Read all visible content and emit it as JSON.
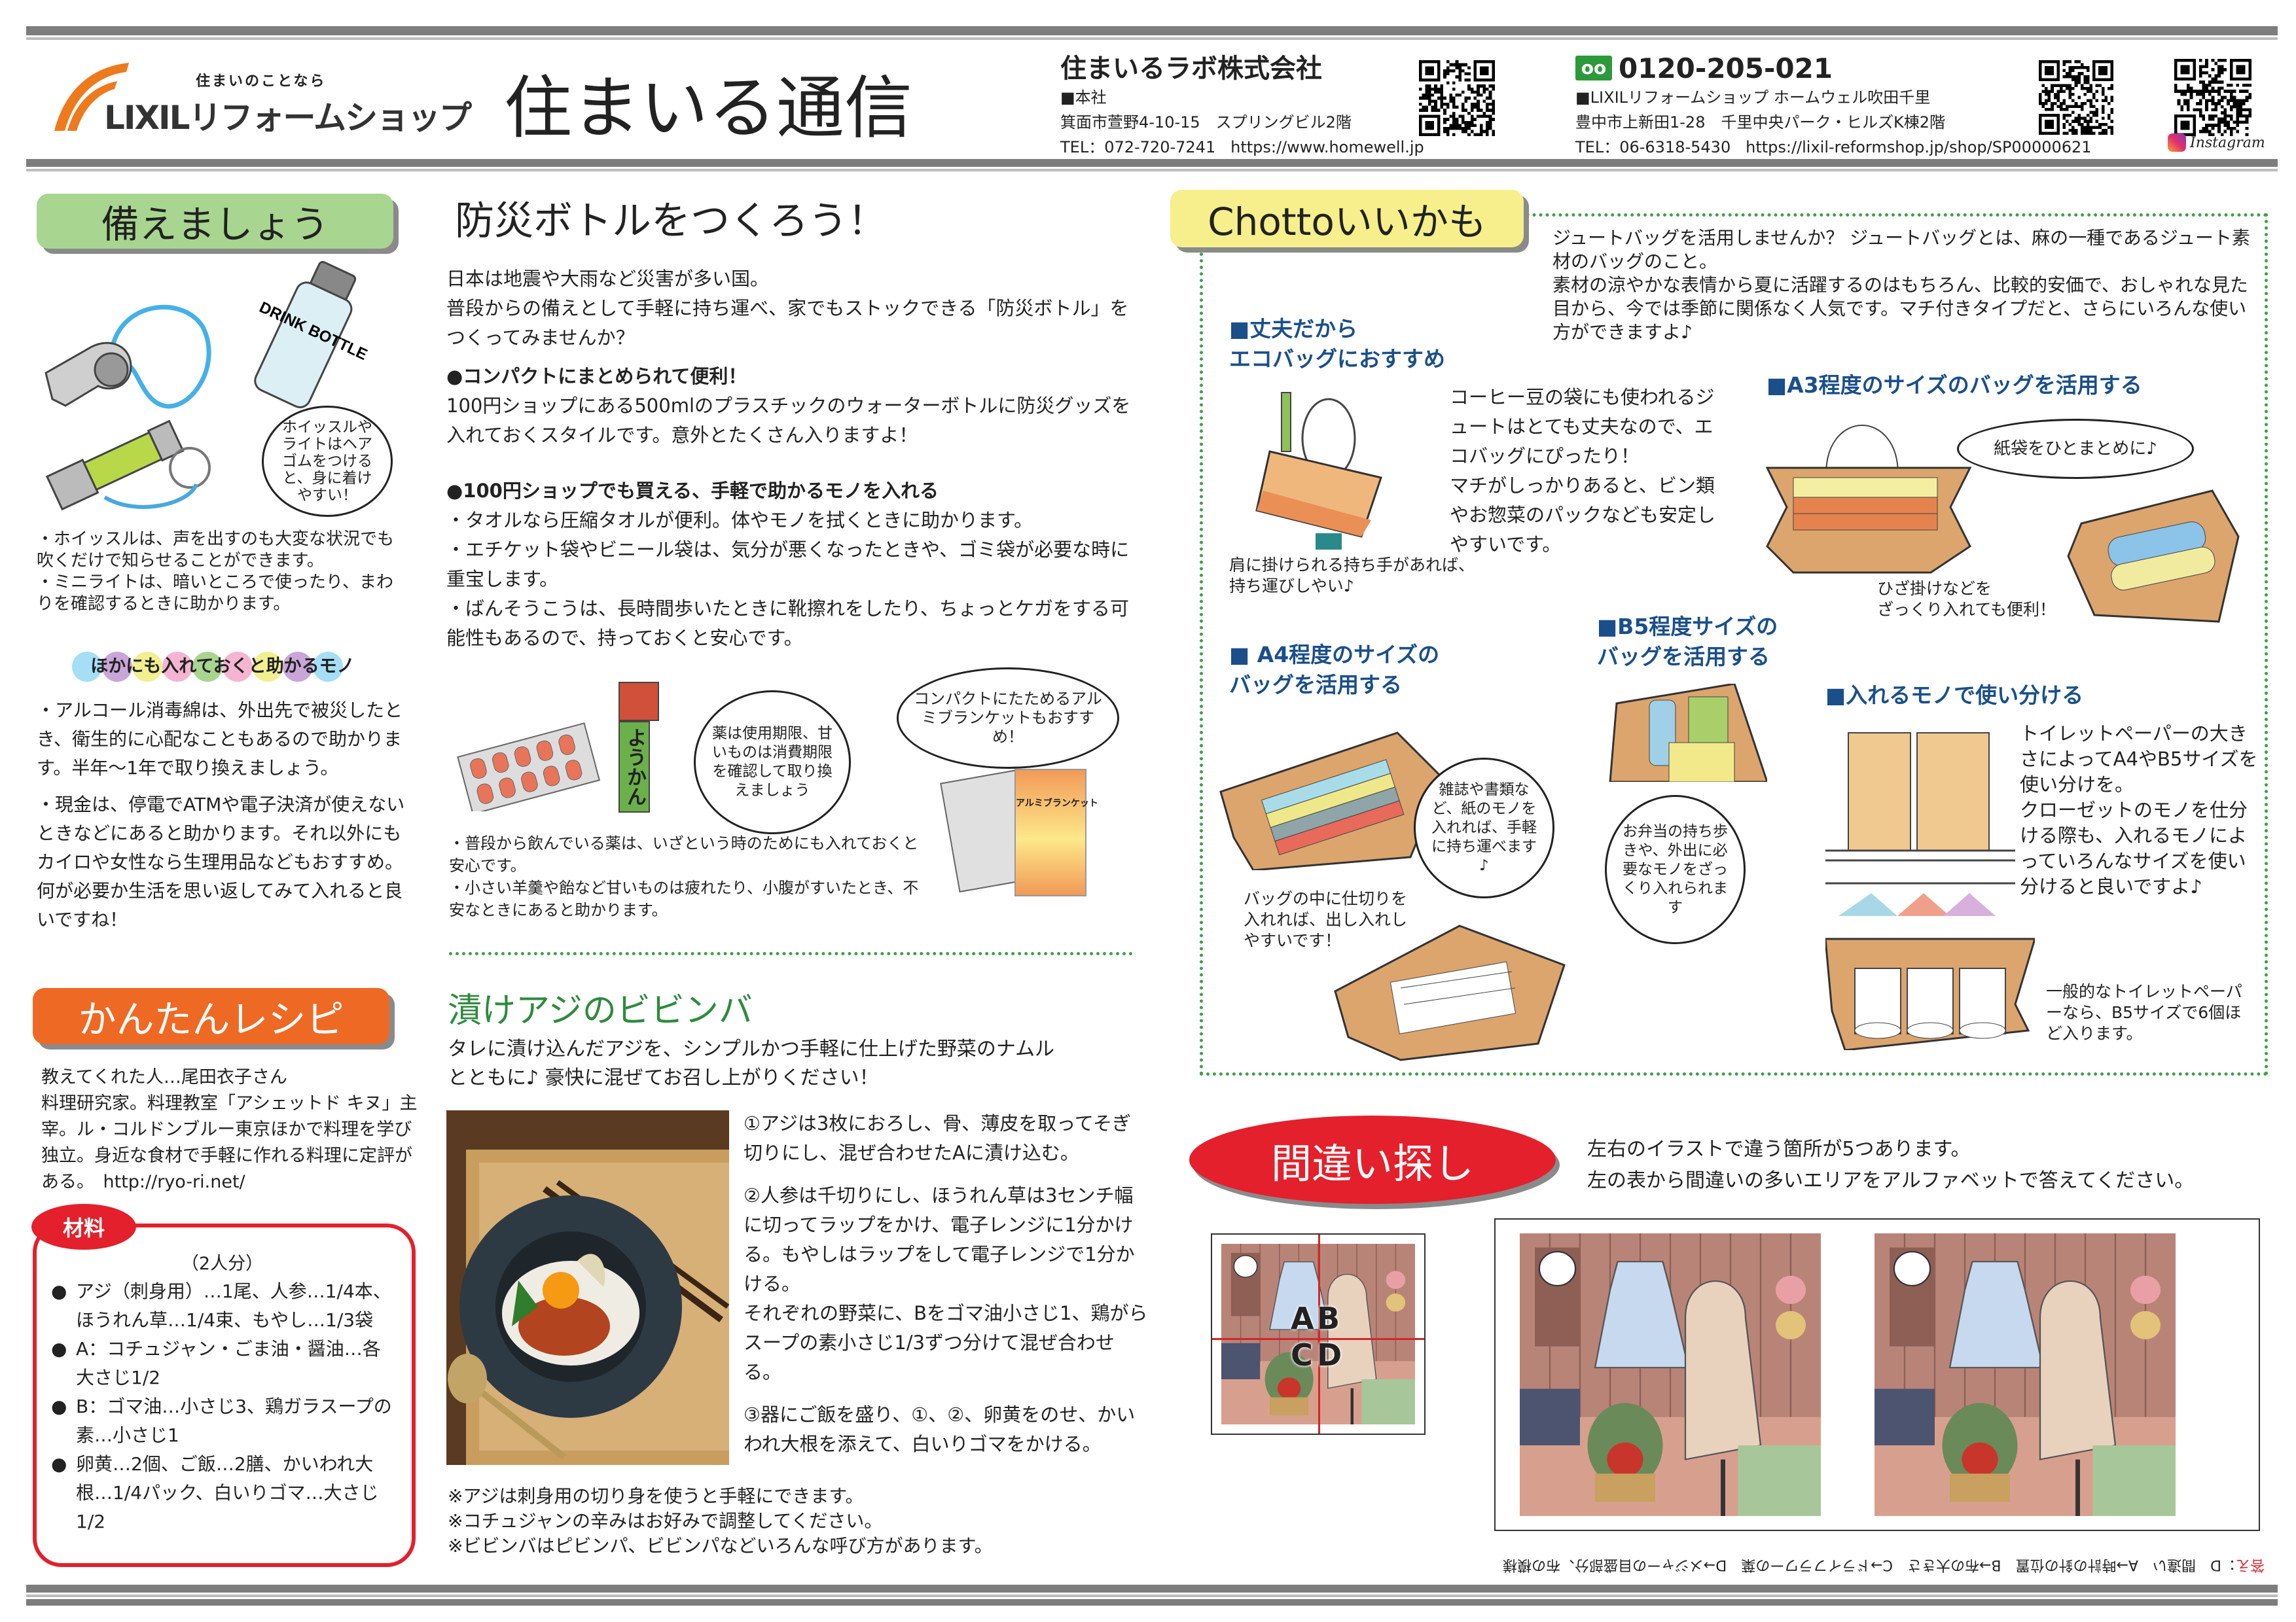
{
  "header": {
    "logo_tagline": "住まいのことなら",
    "logo_name": "LIXILリフォームショップ",
    "title": "住まいる通信",
    "company": {
      "name": "住まいるラボ株式会社",
      "office_label": "■本社",
      "address": "箕面市萱野4-10-15　スプリングビル2階",
      "tel": "TEL：072-720-7241",
      "url": "https://www.homewell.jp"
    },
    "shop": {
      "free_dial": "0120-205-021",
      "name": "■LIXILリフォームショップ ホームウェル吹田千里",
      "address": "豊中市上新田1-28　千里中央パーク・ヒルズK棟2階",
      "tel": "TEL：06-6318-5430",
      "url": "https://lixil-reformshop.jp/shop/SP00000621",
      "instagram": "Instagram"
    }
  },
  "prepare": {
    "badge": "備えましょう",
    "bottle_label": "DRINK BOTTLE",
    "bubble": "ホイッスルやライトはヘアゴムをつけると、身に着けやすい！",
    "bullets": [
      "・ホイッスルは、声を出すのも大変な状況でも吹くだけで知らせることができます。",
      "・ミニライトは、暗いところで使ったり、まわりを確認するときに助かります。"
    ],
    "extra_heading": "ほかにも入れておくと助かるモノ",
    "extra_items": [
      "・アルコール消毒綿は、外出先で被災したとき、衛生的に心配なこともあるので助かります。半年～1年で取り換えましょう。",
      "・現金は、停電でATMや電子決済が使えないときなどにあると助かります。それ以外にもカイロや女性なら生理用品などもおすすめ。何が必要か生活を思い返してみて入れると良いですね！"
    ]
  },
  "bottle": {
    "title": "防災ボトルをつくろう！",
    "intro": [
      "日本は地震や大雨など災害が多い国。",
      "普段からの備えとして手軽に持ち運べ、家でもストックできる「防災ボトル」をつくってみませんか？"
    ],
    "sec1_heading": "●コンパクトにまとめられて便利！",
    "sec1_body": "100円ショップにある500mlのプラスチックのウォーターボトルに防災グッズを入れておくスタイルです。意外とたくさん入りますよ！",
    "sec2_heading": "●100円ショップでも買える、手軽で助かるモノを入れる",
    "sec2_items": [
      "・タオルなら圧縮タオルが便利。体やモノを拭くときに助かります。",
      "・エチケット袋やビニール袋は、気分が悪くなったときや、ゴミ袋が必要な時に重宝します。",
      "・ばんそうこうは、長時間歩いたときに靴擦れをしたり、ちょっとケガをする可能性もあるので、持っておくと安心です。"
    ],
    "yokan_label": "ようかん",
    "bubble_medicine": "薬は使用期限、甘いものは消費期限を確認して取り換えましょう",
    "bubble_blanket": "コンパクトにたためるアルミブランケットもおすすめ！",
    "blanket_label": "アルミブランケット",
    "notes": [
      "・普段から飲んでいる薬は、いざという時のためにも入れておくと安心です。",
      "・小さい羊羹や飴など甘いものは疲れたり、小腹がすいたとき、不安なときにあると助かります。"
    ]
  },
  "recipe": {
    "badge": "かんたんレシピ",
    "intro": [
      "教えてくれた人…尾田衣子さん",
      "料理研究家。料理教室「アシェットド キヌ」主宰。ル・コルドンブルー東京ほかで料理を学び独立。身近な食材で手軽に作れる料理に定評がある。　http://ryo-ri.net/"
    ],
    "ingredients_label": "材料",
    "servings": "（2人分）",
    "ingredients": [
      "アジ（刺身用）…1尾、人参…1/4本、ほうれん草…1/4束、もやし…1/3袋",
      "A：コチュジャン・ごま油・醤油…各大さじ1/2",
      "B：ゴマ油…小さじ3、鶏ガラスープの素…小さじ1",
      "卵黄…2個、ご飯…2膳、かいわれ大根…1/4パック、白いりゴマ…大さじ1/2"
    ],
    "title": "漬けアジのビビンバ",
    "description": "タレに漬け込んだアジを、シンプルかつ手軽に仕上げた野菜のナムルとともに♪ 豪快に混ぜてお召し上がりください！",
    "steps": [
      "①アジは3枚におろし、骨、薄皮を取ってそぎ切りにし、混ぜ合わせたAに漬け込む。",
      "②人参は千切りにし、ほうれん草は3センチ幅に切ってラップをかけ、電子レンジに1分かける。もやしはラップをして電子レンジで1分かける。\nそれぞれの野菜に、Bをゴマ油小さじ1、鶏がらスープの素小さじ1/3ずつ分けて混ぜ合わせる。",
      "③器にご飯を盛り、①、②、卵黄をのせ、かいわれ大根を添えて、白いりゴマをかける。"
    ],
    "notes": [
      "※アジは刺身用の切り身を使うと手軽にできます。",
      "※コチュジャンの辛みはお好みで調整してください。",
      "※ビビンバはピビンパ、ビビンパなどいろんな呼び方があります。"
    ]
  },
  "chotto": {
    "badge": "Chottoいいかも",
    "intro": "ジュートバッグを活用しませんか？ ジュートバッグとは、麻の一種であるジュート素材のバッグのこと。\n素材の涼やかな表情から夏に活躍するのはもちろん、比較的安価で、おしゃれな見た目から、今では季節に関係なく人気です。マチ付きタイプだと、さらにいろんな使い方ができますよ♪",
    "eco_heading": "■丈夫だから\nエコバッグにおすすめ",
    "eco_body": "コーヒー豆の袋にも使われるジュートはとても丈夫なので、エコバッグにぴったり！\nマチがしっかりあると、ビン類やお惣菜のパックなども安定しやすいです。",
    "eco_caption": "肩に掛けられる持ち手があれば、\n持ち運びしやい♪",
    "a3_heading": "■A3程度のサイズのバッグを活用する",
    "a3_bubble": "紙袋をひとまとめに♪",
    "a3_caption": "ひざ掛けなどを\nざっくり入れても便利！",
    "a4_heading": "■ A4程度のサイズの\nバッグを活用する",
    "a4_bubble": "雑誌や書類など、紙のモノを入れれば、手軽に持ち運べます♪",
    "a4_caption": "バッグの中に仕切りを\n入れれば、出し入れし\nやすいです！",
    "b5_heading": "■B5程度サイズの\nバッグを活用する",
    "b5_bubble": "お弁当の持ち歩きや、外出に必要なモノをざっくり入れられます",
    "use_heading": "■入れるモノで使い分ける",
    "use_body": "トイレットペーパーの大きさによってA4やB5サイズを使い分けを。\nクローゼットのモノを仕分ける際も、入れるモノによっていろんなサイズを使い分けると良いですよ♪",
    "use_caption": "一般的なトイレットペーパーなら、B5サイズで6個ほど入ります。"
  },
  "puzzle": {
    "badge": "間違い探し",
    "instructions": [
      "左右のイラストで違う箇所が5つあります。",
      "左の表から間違いの多いエリアをアルファベットで答えてください。"
    ],
    "grid_labels": [
      "A",
      "B",
      "C",
      "D"
    ],
    "answer_label": "答え",
    "answer_text": "：D　間違い　A→時計の針の位置　B→布の大きさ　C→ドライフラワーの葉　D→メジャーの目盛部分、布の模様"
  },
  "colors": {
    "green_badge": "#a8d58f",
    "orange_badge": "#ee6a24",
    "yellow_badge": "#f6ef8c",
    "red": "#e3202b",
    "heading_blue": "#1a4f8a",
    "recipe_green": "#2e8b3e",
    "dotted_green": "#3ea04a"
  }
}
